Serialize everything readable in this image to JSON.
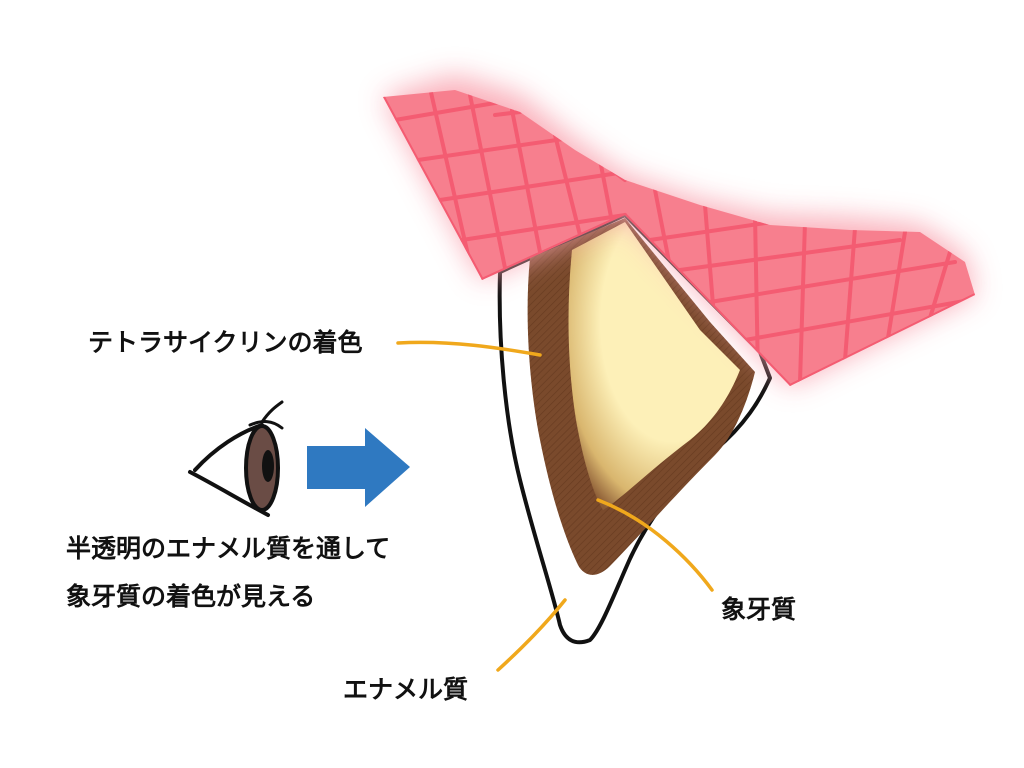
{
  "labels": {
    "tetracycline": "テトラサイクリンの着色",
    "caption_line1": "半透明のエナメル質を通して",
    "caption_line2": "象牙質の着色が見える",
    "dentin": "象牙質",
    "enamel": "エナメル質"
  },
  "colors": {
    "gum": "#f77f8e",
    "gum_lines": "#f45c72",
    "leader": "#f0a81c",
    "arrow": "#2f79c1",
    "dentin_fill": "#fdf0b8",
    "stain": "#7a4a2c",
    "iris": "#6a4c45"
  },
  "icons": {
    "eye": "eye-icon",
    "arrow": "arrow-right-icon"
  }
}
